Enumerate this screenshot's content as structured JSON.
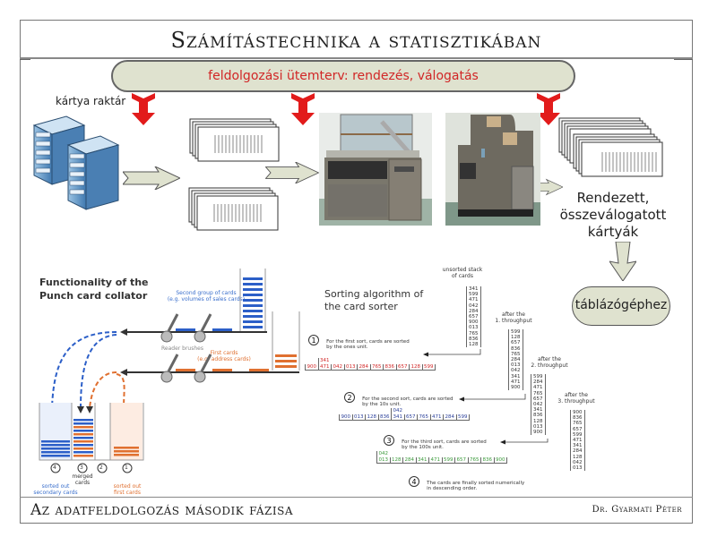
{
  "header": {
    "title": "Számítástechnika a statisztikában"
  },
  "plan_bar": {
    "text": "feldolgozási ütemterv: rendezés, válogatás"
  },
  "storage": {
    "label": "kártya raktár"
  },
  "sorted_cards": {
    "label_line1": "Rendezett,",
    "label_line2": "összeválogatott",
    "label_line3": "kártyák"
  },
  "tabulator": {
    "label": "táblázógéphez"
  },
  "collator": {
    "title_line1": "Functionality of the",
    "title_line2": "Punch card collator",
    "second_group_line1": "Second group of cards",
    "second_group_line2": "(e.g. volumes of sales cards)",
    "reader_brushes": "Reader brushes",
    "first_cards_line1": "First cards",
    "first_cards_line2": "(e.g. address cards)",
    "pockets": [
      {
        "number": "4",
        "caption_line1": "sorted out",
        "caption_line2": "secondary cards",
        "color": "#3a6fcc"
      },
      {
        "number": "3",
        "caption_line1": "merged",
        "caption_line2": "cards",
        "color": "#333333"
      },
      {
        "number": "2",
        "caption_line1": "",
        "caption_line2": "",
        "color": "#333333"
      },
      {
        "number": "1",
        "caption_line1": "sorted out",
        "caption_line2": "first cards",
        "color": "#e07030"
      }
    ]
  },
  "sorter": {
    "title_line1": "Sorting algorithm of",
    "title_line2": "the card sorter",
    "unsorted_label_line1": "unsorted stack",
    "unsorted_label_line2": "of cards",
    "unsorted": [
      "341",
      "599",
      "471",
      "042",
      "284",
      "657",
      "900",
      "013",
      "765",
      "836",
      "128"
    ],
    "after1_label_line1": "after the",
    "after1_label_line2": "1. throughput",
    "after1": [
      "599",
      "128",
      "657",
      "836",
      "765",
      "284",
      "013",
      "042",
      "341",
      "471",
      "900"
    ],
    "after2_label_line1": "after the",
    "after2_label_line2": "2. throughput",
    "after2": [
      "599",
      "284",
      "471",
      "765",
      "657",
      "042",
      "341",
      "836",
      "128",
      "013",
      "900"
    ],
    "after3_label_line1": "after the",
    "after3_label_line2": "3. throughput",
    "after3": [
      "900",
      "836",
      "765",
      "657",
      "599",
      "471",
      "341",
      "284",
      "128",
      "042",
      "013"
    ],
    "step1": {
      "number": "1",
      "text_line1": "For the first sort, cards are sorted",
      "text_line2": "by the ones unit.",
      "bins": [
        "900",
        "471",
        "042",
        "013",
        "284",
        "765",
        "836",
        "657",
        "128",
        "599"
      ],
      "extra": "341"
    },
    "step2": {
      "number": "2",
      "text_line1": "For the second sort, cards are sorted",
      "text_line2": "by the 10s unit.",
      "bins": [
        "900",
        "013",
        "128",
        "836",
        "341",
        "657",
        "765",
        "471",
        "284",
        "599"
      ],
      "extra": "042"
    },
    "step3": {
      "number": "3",
      "text_line1": "For the third sort, cards are sorted",
      "text_line2": "by the 100s unit.",
      "bins": [
        "013",
        "128",
        "284",
        "341",
        "471",
        "599",
        "657",
        "765",
        "836",
        "900"
      ],
      "extra": "042"
    },
    "step4": {
      "number": "4",
      "text_line1": "The cards are finally sorted numerically",
      "text_line2": "in descending order."
    }
  },
  "footer": {
    "left": "Az adatfeldolgozás második fázisa",
    "right": "Dr. Gyarmati Péter"
  },
  "colors": {
    "accent_red": "#e21b1b",
    "pill_fill": "#dfe2cf",
    "plan_text": "#d12626",
    "blue": "#3a6fcc",
    "orange": "#e07030",
    "green": "#3a9a3a"
  }
}
